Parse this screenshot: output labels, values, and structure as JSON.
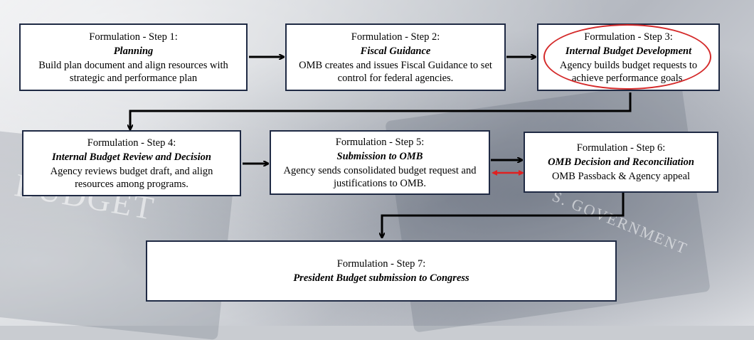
{
  "steps": [
    {
      "step": "Formulation - Step 1:",
      "name": "Planning",
      "desc": "Build plan document and align resources with strategic and performance plan"
    },
    {
      "step": "Formulation - Step 2:",
      "name": "Fiscal Guidance",
      "desc": "OMB creates and issues Fiscal Guidance to set control for federal agencies."
    },
    {
      "step": "Formulation - Step 3:",
      "name": "Internal Budget Development",
      "desc": "Agency builds budget requests to achieve performance goals."
    },
    {
      "step": "Formulation - Step 4:",
      "name": "Internal Budget Review and Decision",
      "desc": "Agency reviews budget draft, and align resources among programs."
    },
    {
      "step": "Formulation - Step 5:",
      "name": "Submission to OMB",
      "desc": "Agency sends consolidated budget request and justifications to OMB."
    },
    {
      "step": "Formulation - Step 6:",
      "name": "OMB Decision and Reconciliation",
      "desc": "OMB Passback & Agency appeal"
    },
    {
      "step": "Formulation - Step 7:",
      "name": "President Budget submission to Congress",
      "desc": ""
    }
  ],
  "colors": {
    "box_border": "#1f2a44",
    "arrow": "#000000",
    "highlight": "#d42a2a",
    "double_arrow": "#e02020"
  }
}
